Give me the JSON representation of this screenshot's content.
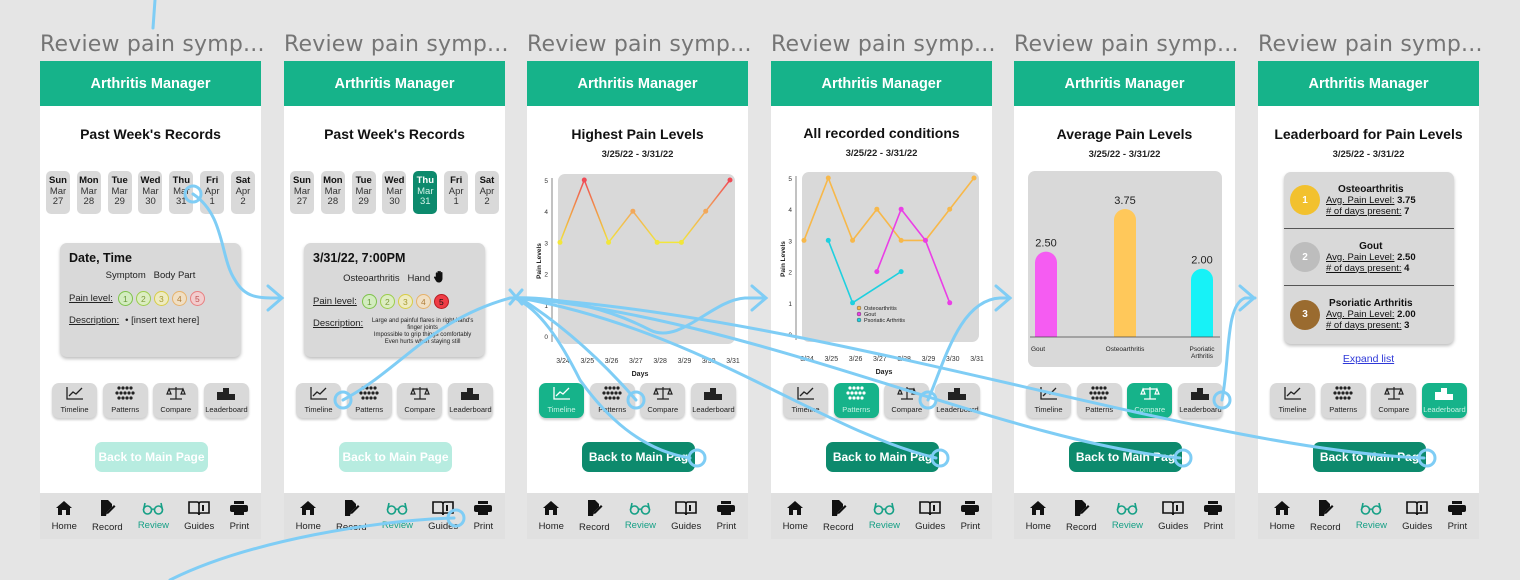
{
  "frame_label": "Review pain symp...",
  "app_title": "Arthritis Manager",
  "nav": [
    "Home",
    "Record",
    "Review",
    "Guides",
    "Print"
  ],
  "tabs": [
    "Timeline",
    "Patterns",
    "Compare",
    "Leaderboard"
  ],
  "back_label": "Back to Main Page",
  "back_label_short": "Back to Main Pag",
  "days": [
    {
      "d": "Sun",
      "m": "Mar",
      "n": "27"
    },
    {
      "d": "Mon",
      "m": "Mar",
      "n": "28"
    },
    {
      "d": "Tue",
      "m": "Mar",
      "n": "29"
    },
    {
      "d": "Wed",
      "m": "Mar",
      "n": "30"
    },
    {
      "d": "Thu",
      "m": "Mar",
      "n": "31"
    },
    {
      "d": "Fri",
      "m": "Apr",
      "n": "1"
    },
    {
      "d": "Sat",
      "m": "Apr",
      "n": "2"
    }
  ],
  "screen1": {
    "title": "Past Week's Records",
    "card_title": "Date, Time",
    "symptom_line": "Symptom   Body Part",
    "pain_label": "Pain level:",
    "desc_label": "Description:",
    "desc_text": "[insert text here]"
  },
  "screen2": {
    "title": "Past Week's Records",
    "card_title": "3/31/22, 7:00PM",
    "symptom_line": "Osteoarthritis   Hand",
    "pain_label": "Pain level:",
    "desc_label": "Description:",
    "desc_items": [
      "Large and painful flares in right hand's finger joints",
      "Impossible to grip things comfortably",
      "Even hurts when staying still"
    ]
  },
  "screen3": {
    "title": "Highest Pain Levels",
    "range": "3/25/22 - 3/31/22"
  },
  "screen4": {
    "title": "All recorded conditions",
    "range": "3/25/22 - 3/31/22"
  },
  "screen5": {
    "title": "Average Pain Levels",
    "range": "3/25/22 - 3/31/22"
  },
  "screen6": {
    "title": "Leaderboard for Pain Levels",
    "range": "3/25/22 - 3/31/22",
    "expand": "Expand list",
    "avg_label": "Avg. Pain Level:",
    "days_label": "# of days present:",
    "entries": [
      {
        "rank": "1",
        "name": "Osteoarthritis",
        "avg": "3.75",
        "days": "7",
        "color": "#f2c12e"
      },
      {
        "rank": "2",
        "name": "Gout",
        "avg": "2.50",
        "days": "4",
        "color": "#bdbdbd"
      },
      {
        "rank": "3",
        "name": "Psoriatic Arthritis",
        "avg": "2.00",
        "days": "3",
        "color": "#9a6b2f"
      }
    ]
  },
  "chart_data": [
    {
      "type": "line",
      "title": "Highest Pain Levels",
      "xlabel": "Days",
      "ylabel": "Pain Levels",
      "categories": [
        "3/24",
        "3/25",
        "3/26",
        "3/27",
        "3/28",
        "3/29",
        "3/30",
        "3/31"
      ],
      "ylim": [
        0,
        5
      ],
      "series": [
        {
          "values": [
            3,
            5,
            3,
            4,
            3,
            3,
            4,
            5
          ]
        }
      ]
    },
    {
      "type": "line",
      "title": "All recorded conditions",
      "xlabel": "Days",
      "ylabel": "Pain Levels",
      "categories": [
        "3/24",
        "3/25",
        "3/26",
        "3/27",
        "3/28",
        "3/29",
        "3/30",
        "3/31"
      ],
      "ylim": [
        0,
        5
      ],
      "legend": "bottom-center",
      "series": [
        {
          "name": "Osteoarthritis",
          "color": "#f7b84a",
          "values": [
            3,
            5,
            3,
            4,
            3,
            3,
            4,
            5
          ]
        },
        {
          "name": "Gout",
          "color": "#ea3ee6",
          "values": [
            null,
            null,
            null,
            2,
            4,
            3,
            1,
            null
          ]
        },
        {
          "name": "Psoriatic Arthritis",
          "color": "#1fd0df",
          "values": [
            null,
            3,
            1,
            null,
            2,
            null,
            null,
            null
          ]
        }
      ]
    },
    {
      "type": "bar",
      "title": "Average Pain Levels",
      "categories": [
        "Gout",
        "Osteoarthritis",
        "Psoriatic Arthritis"
      ],
      "values": [
        2.5,
        3.75,
        2.0
      ],
      "labels": [
        "2.50",
        "3.75",
        "2.00"
      ],
      "colors": [
        "#f55cf2",
        "#ffc85a",
        "#17f2f7"
      ]
    }
  ]
}
